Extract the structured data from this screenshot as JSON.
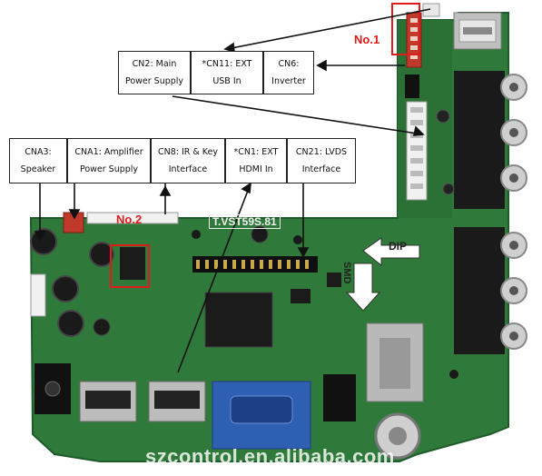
{
  "callouts": {
    "cn2": {
      "line1": "CN2: Main",
      "line2": "Power Supply"
    },
    "cn11": {
      "mark": "*",
      "line1": "CN11: EXT",
      "line2": "USB In"
    },
    "cn6": {
      "line1": "CN6:",
      "line2": "Inverter"
    },
    "cna3": {
      "line1": "CNA3:",
      "line2": "Speaker"
    },
    "cna1": {
      "line1": "CNA1: Amplifier",
      "line2": "Power Supply"
    },
    "cn8": {
      "line1": "CN8: IR & Key",
      "line2": "Interface"
    },
    "cn1": {
      "mark": "*",
      "line1": "CN1: EXT",
      "line2": "HDMI In"
    },
    "cn21": {
      "line1": "CN21: LVDS",
      "line2": "Interface"
    }
  },
  "tags": {
    "no1": "No.1",
    "no2": "No.2"
  },
  "board": {
    "model": "T.VST59S.81",
    "dip": "DIP",
    "smd": "SMD"
  },
  "watermark": "szcontrol.en.alibaba.com",
  "colors": {
    "pcb": "#2f7a3a",
    "callout_red": "#e01b1b",
    "vga_blue": "#2f5fb3"
  }
}
